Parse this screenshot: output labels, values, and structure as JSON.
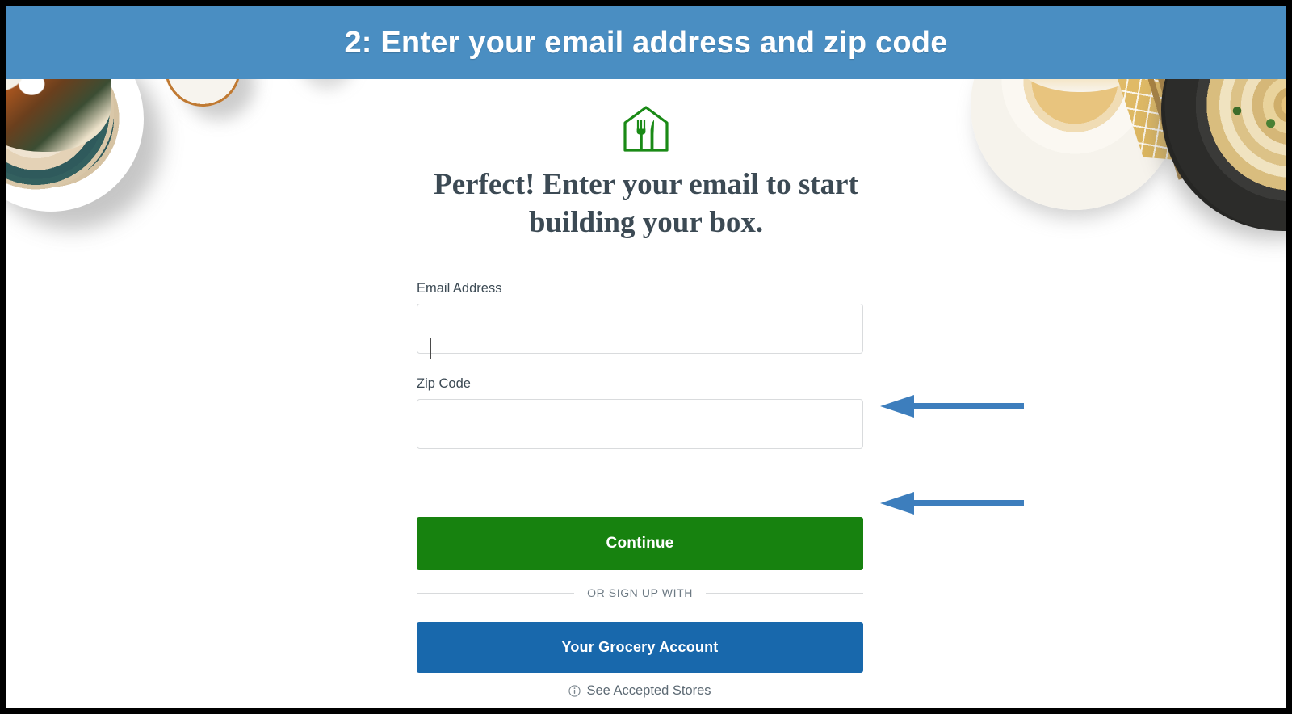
{
  "annotation": {
    "banner_text": "2: Enter your email address and zip code",
    "banner_color": "#4a8ec2",
    "arrow_color": "#3d7ebd",
    "arrows": [
      {
        "name": "arrow-pointing-to-email-field",
        "points_to": "Email Address input"
      },
      {
        "name": "arrow-pointing-to-zip-field",
        "points_to": "Zip Code input"
      }
    ]
  },
  "page": {
    "logo_name": "home-chef-house-fork-knife-logo",
    "logo_color": "#1a8a16",
    "headline": "Perfect! Enter your email to start building your box.",
    "form": {
      "email": {
        "label": "Email Address",
        "value": "",
        "placeholder": "",
        "has_caret": true
      },
      "zip": {
        "label": "Zip Code",
        "value": "",
        "placeholder": ""
      }
    },
    "continue_button": {
      "label": "Continue",
      "color": "#17820f"
    },
    "divider_label": "OR SIGN UP WITH",
    "grocery_button": {
      "label": "Your Grocery Account",
      "color": "#1868ac"
    },
    "stores_link": {
      "icon": "info-circle-icon",
      "label": "See Accepted Stores"
    }
  }
}
